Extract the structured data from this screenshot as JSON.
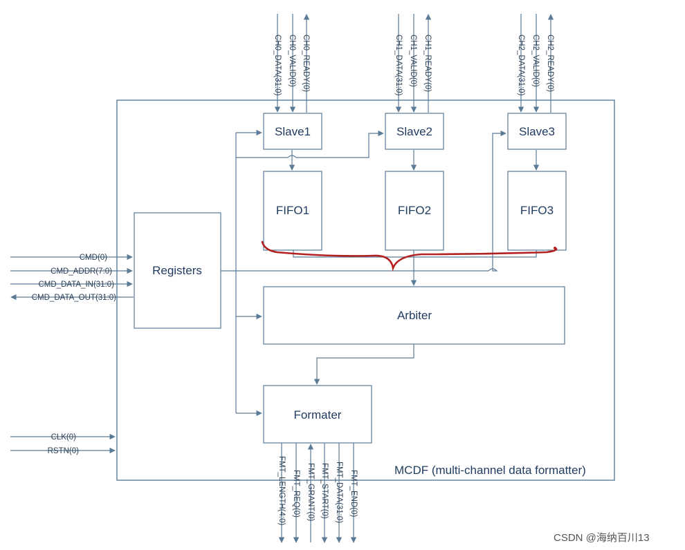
{
  "blocks": {
    "slave1": "Slave1",
    "slave2": "Slave2",
    "slave3": "Slave3",
    "fifo1": "FIFO1",
    "fifo2": "FIFO2",
    "fifo3": "FIFO3",
    "registers": "Registers",
    "arbiter": "Arbiter",
    "formater": "Formater"
  },
  "system_title": "MCDF (multi-channel data formatter)",
  "channel_signals": {
    "ch0": [
      "CH0_DATA(31:0)",
      "CH0_VALID(0)",
      "CH0_READY(0)"
    ],
    "ch1": [
      "CH1_DATA(31:0)",
      "CH1_VALID(0)",
      "CH1_READY(0)"
    ],
    "ch2": [
      "CH2_DATA(31:0)",
      "CH2_VALID(0)",
      "CH2_READY(0)"
    ]
  },
  "cmd_signals": [
    "CMD(0)",
    "CMD_ADDR(7:0)",
    "CMD_DATA_IN(31:0)",
    "CMD_DATA_OUT(31:0)"
  ],
  "clock_signals": [
    "CLK(0)",
    "RSTN(0)"
  ],
  "fmt_signals": [
    "FMT_LENGTH(4:0)",
    "FMT_REQ(0)",
    "FMT_GRANT(0)",
    "FMT_START(0)",
    "FMT_DATA(31:0)",
    "FMT_END(0)"
  ],
  "watermark": "CSDN @海纳百川13",
  "colors": {
    "line": "#5a7a96",
    "text": "#1f3a5f",
    "annotation": "#b32020"
  }
}
